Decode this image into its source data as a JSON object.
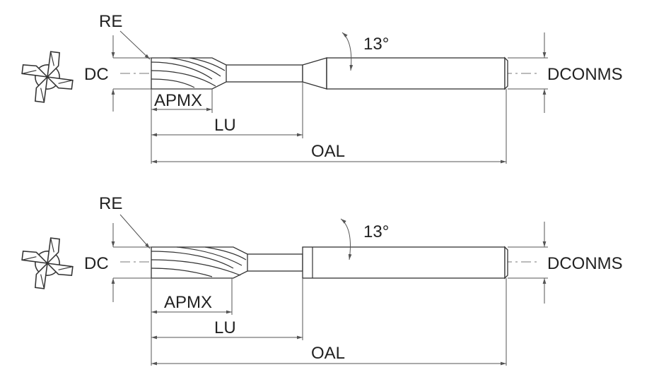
{
  "colors": {
    "line": "#333333",
    "dim": "#555555",
    "text": "#222222",
    "background": "#ffffff"
  },
  "icons": [
    "end-view-icon"
  ],
  "drawings": [
    {
      "labels": {
        "re": "RE",
        "dc": "DC",
        "dconms": "DCONMS",
        "apmx": "APMX",
        "lu": "LU",
        "oal": "OAL",
        "angle": "13°"
      }
    },
    {
      "labels": {
        "re": "RE",
        "dc": "DC",
        "dconms": "DCONMS",
        "apmx": "APMX",
        "lu": "LU",
        "oal": "OAL",
        "angle": "13°"
      }
    }
  ]
}
